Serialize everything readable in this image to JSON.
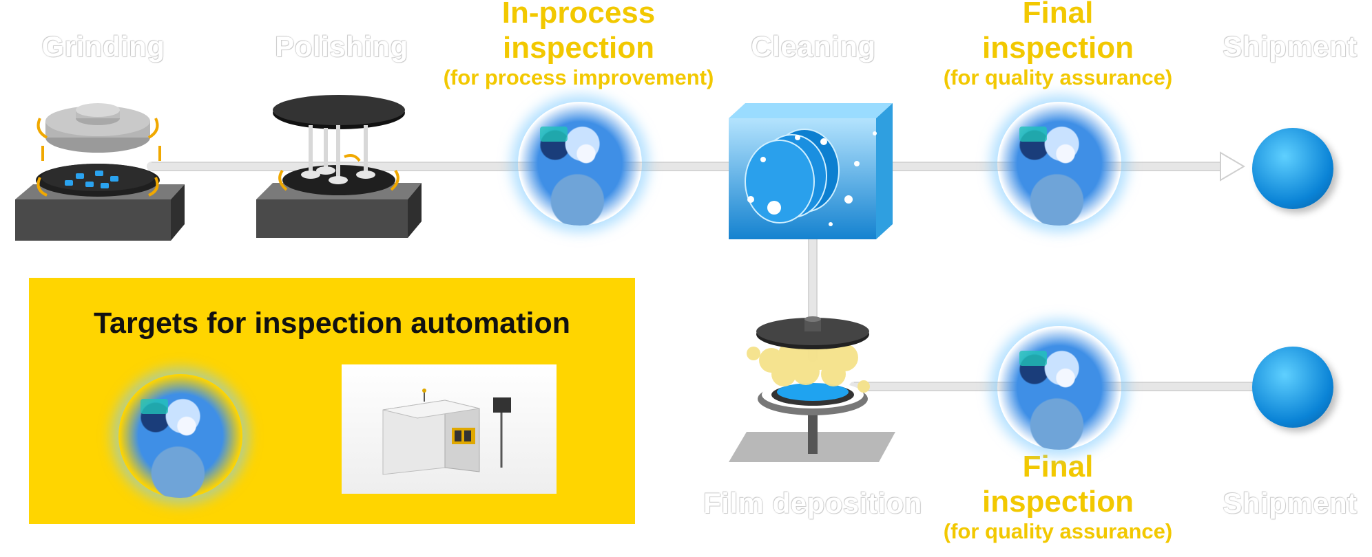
{
  "steps": {
    "grinding": "Grinding",
    "polishing": "Polishing",
    "cleaning": "Cleaning",
    "shipment_top": "Shipment",
    "film_deposition": "Film deposition",
    "shipment_bottom": "Shipment"
  },
  "inspection_inprocess": {
    "line1": "In-process",
    "line2": "inspection",
    "sub": "(for process improvement)"
  },
  "inspection_final_top": {
    "line1": "Final",
    "line2": "inspection",
    "sub": "(for quality assurance)"
  },
  "inspection_final_bottom": {
    "line1": "Final",
    "line2": "inspection",
    "sub": "(for quality assurance)"
  },
  "targets_box": {
    "title": "Targets for inspection automation"
  },
  "colors": {
    "highlight_yellow": "#FFD500",
    "label_yellow": "#F2C800",
    "wafer_blue": "#0A83D6"
  }
}
